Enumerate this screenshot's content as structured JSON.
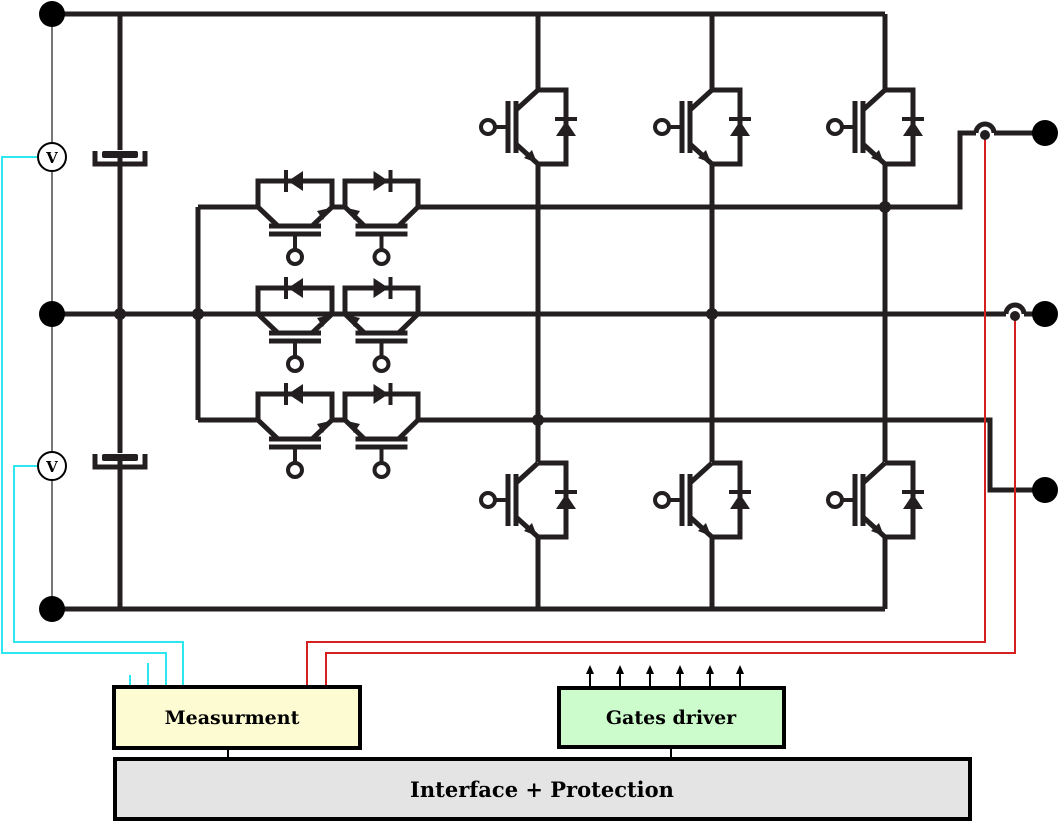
{
  "diagram": {
    "voltmeter_label": "V",
    "blocks": {
      "measurement": "Measurment",
      "gates_driver": "Gates driver",
      "interface": "Interface + Protection"
    },
    "gate_arrow_count": 6
  },
  "colors": {
    "wire": "#231f20",
    "sense_wire": "#2ee6ee",
    "current_wire": "#d42020",
    "measurement_fill": "#fdfbd2",
    "gates_driver_fill": "#ccfccc",
    "interface_fill": "#e4e4e4"
  }
}
